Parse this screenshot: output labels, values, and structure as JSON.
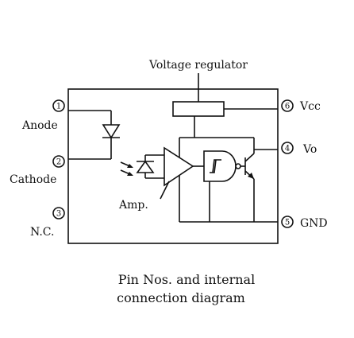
{
  "diagram": {
    "regulator_label": "Voltage regulator",
    "amp_label": "Amp.",
    "caption_line1": "Pin Nos. and internal",
    "caption_line2": "connection diagram",
    "pins": [
      {
        "number": "1",
        "label": "Anode"
      },
      {
        "number": "2",
        "label": "Cathode"
      },
      {
        "number": "3",
        "label": "N.C."
      },
      {
        "number": "4",
        "label": "Vo"
      },
      {
        "number": "5",
        "label": "GND"
      },
      {
        "number": "6",
        "label": "Vcc"
      }
    ]
  }
}
